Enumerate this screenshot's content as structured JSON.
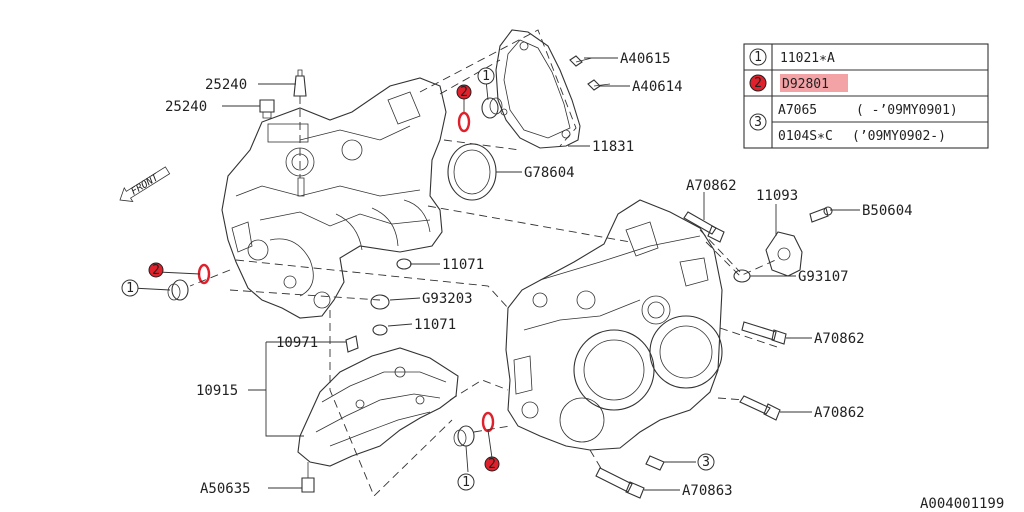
{
  "legend": {
    "rows": [
      {
        "mark": "1",
        "text": "11021∗A",
        "highlight": false
      },
      {
        "mark": "2",
        "text": "D92801",
        "highlight": true
      },
      {
        "mark": "3",
        "text": "A7065",
        "text2": "( -’09MY0901)"
      },
      {
        "mark": "",
        "text": "0104S∗C",
        "text2": "(’09MY0902-)"
      }
    ]
  },
  "callouts": {
    "c1": "1",
    "c2": "2",
    "c3": "3"
  },
  "labels": {
    "a40615": "A40615",
    "a40614": "A40614",
    "p25240a": "25240",
    "p25240b": "25240",
    "p11831": "11831",
    "g78604": "G78604",
    "a70862a": "A70862",
    "p11093": "11093",
    "b50604": "B50604",
    "p11071a": "11071",
    "g93107": "G93107",
    "g93203": "G93203",
    "p11071b": "11071",
    "a70862b": "A70862",
    "p10971": "10971",
    "p10915": "10915",
    "a70862c": "A70862",
    "a50635": "A50635",
    "a70863": "A70863",
    "front": "FRONT",
    "diagram_id": "A004001199"
  },
  "colors": {
    "highlight_mark": "#e0202a",
    "highlight_bg": "#f3a3a6",
    "line": "#333333"
  }
}
